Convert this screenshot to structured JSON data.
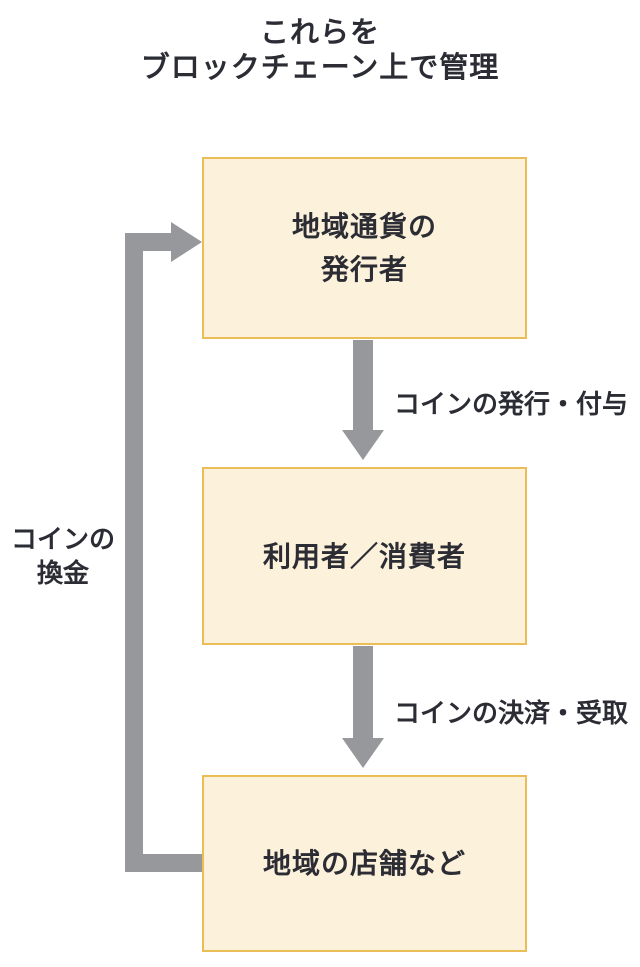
{
  "title": {
    "line1": "これらを",
    "line2": "ブロックチェーン上で管理"
  },
  "nodes": [
    {
      "id": "issuer",
      "line1": "地域通貨の",
      "line2": "発行者"
    },
    {
      "id": "consumer",
      "line1": "利用者／消費者"
    },
    {
      "id": "shops",
      "line1": "地域の店舗など"
    }
  ],
  "edges": [
    {
      "id": "issue",
      "from": "issuer",
      "to": "consumer",
      "label": "コインの発行・付与"
    },
    {
      "id": "settle",
      "from": "consumer",
      "to": "shops",
      "label": "コインの決済・受取"
    },
    {
      "id": "redeem",
      "from": "shops",
      "to": "issuer",
      "label_line1": "コインの",
      "label_line2": "換金"
    }
  ],
  "colors": {
    "background": "#ffffff",
    "box_fill": "#fcf1da",
    "box_border": "#eabd57",
    "arrow": "#97989b",
    "text": "#2b2c34"
  }
}
